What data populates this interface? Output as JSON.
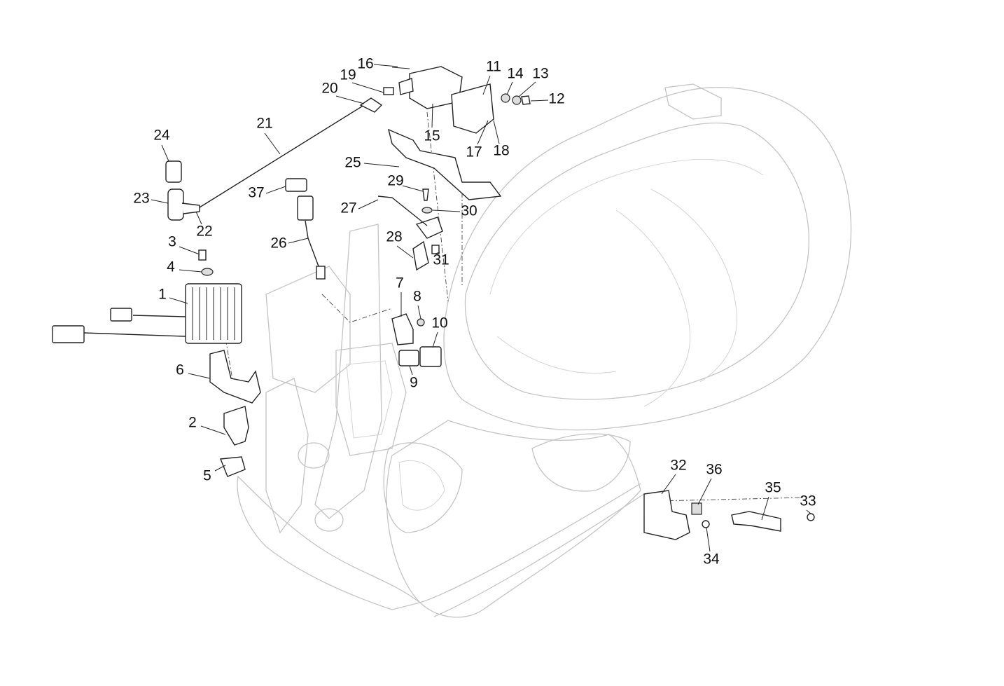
{
  "diagram": {
    "title": "Exploded parts diagram - scooter frame electrical components",
    "callouts": [
      "1",
      "2",
      "3",
      "4",
      "5",
      "6",
      "7",
      "8",
      "9",
      "10",
      "11",
      "12",
      "13",
      "14",
      "15",
      "16",
      "17",
      "18",
      "19",
      "20",
      "21",
      "22",
      "23",
      "24",
      "25",
      "26",
      "27",
      "28",
      "29",
      "30",
      "31",
      "32",
      "33",
      "34",
      "35",
      "36",
      "37"
    ]
  }
}
